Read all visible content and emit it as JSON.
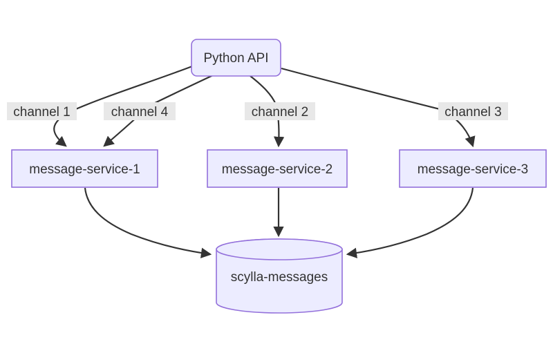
{
  "diagram": {
    "type": "flowchart",
    "orientation": "top-down",
    "background": "#ffffff",
    "colors": {
      "node_fill": "#ECECFF",
      "node_border": "#9370DB",
      "edge_color": "#333333",
      "text_color": "#333333",
      "edge_label_bg": "#e8e8e8"
    },
    "nodes": [
      {
        "id": "python-api",
        "label": "Python API",
        "shape": "rounded-rectangle"
      },
      {
        "id": "message-service-1",
        "label": "message-service-1",
        "shape": "rectangle"
      },
      {
        "id": "message-service-2",
        "label": "message-service-2",
        "shape": "rectangle"
      },
      {
        "id": "message-service-3",
        "label": "message-service-3",
        "shape": "rectangle"
      },
      {
        "id": "scylla-messages",
        "label": "scylla-messages",
        "shape": "cylinder-database"
      }
    ],
    "edges": [
      {
        "from": "python-api",
        "to": "message-service-1",
        "label": "channel 1"
      },
      {
        "from": "python-api",
        "to": "message-service-1",
        "label": "channel 4"
      },
      {
        "from": "python-api",
        "to": "message-service-2",
        "label": "channel 2"
      },
      {
        "from": "python-api",
        "to": "message-service-3",
        "label": "channel 3"
      },
      {
        "from": "message-service-1",
        "to": "scylla-messages",
        "label": ""
      },
      {
        "from": "message-service-2",
        "to": "scylla-messages",
        "label": ""
      },
      {
        "from": "message-service-3",
        "to": "scylla-messages",
        "label": ""
      }
    ]
  }
}
